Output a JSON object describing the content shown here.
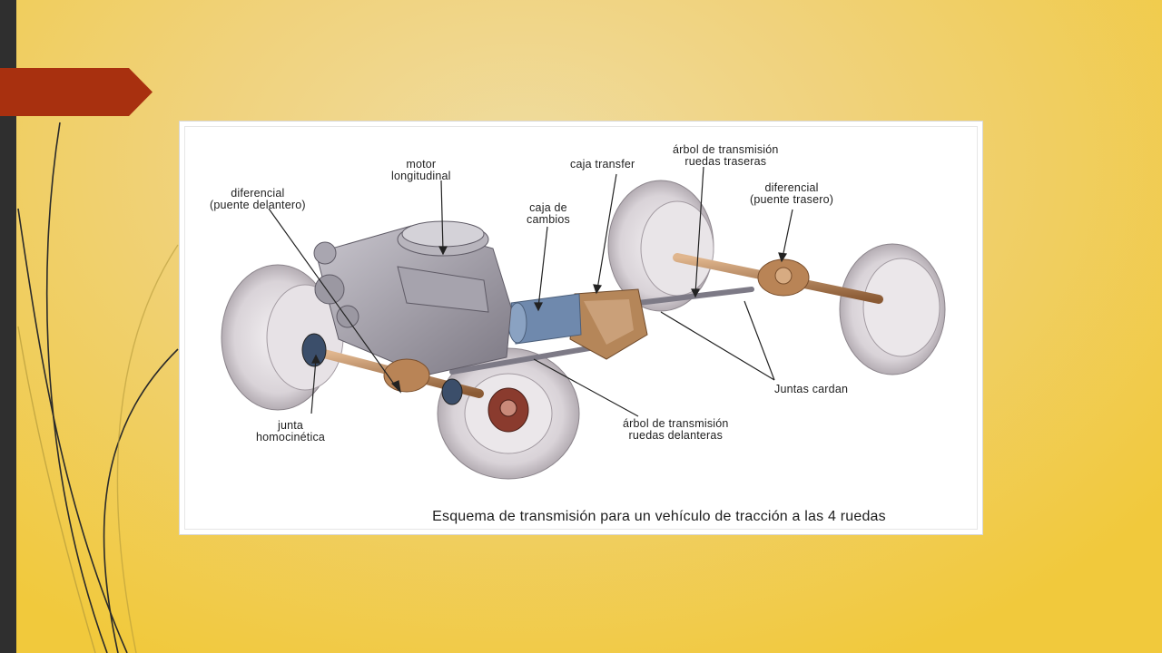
{
  "slide": {
    "colors": {
      "background": "#f1c93c",
      "accent_tag": "#a8300f",
      "left_bar": "#2f2f2f"
    }
  },
  "diagram": {
    "labels": {
      "motor": [
        "motor",
        "longitudinal"
      ],
      "diferencial_delantero": [
        "diferencial",
        "(puente delantero)"
      ],
      "caja_cambios": [
        "caja de",
        "cambios"
      ],
      "caja_transfer": [
        "caja transfer"
      ],
      "arbol_traseras": [
        "árbol de transmisión",
        "ruedas traseras"
      ],
      "diferencial_trasero": [
        "diferencial",
        "(puente trasero)"
      ],
      "juntas_cardan": [
        "Juntas cardan"
      ],
      "junta_homocinetica": [
        "junta",
        "homocinética"
      ],
      "arbol_delanteras": [
        "árbol de transmisión",
        "ruedas delanteras"
      ]
    },
    "caption": "Esquema de transmisión para un vehículo de tracción a las 4 ruedas"
  }
}
